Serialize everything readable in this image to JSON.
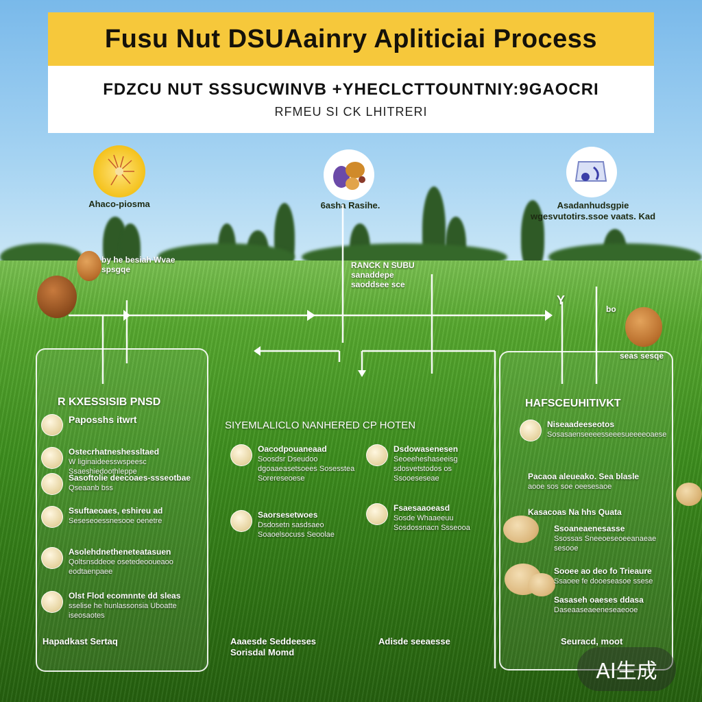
{
  "title": "Fusu Nut DSUAainry Apliticiai Process",
  "subtitle": {
    "line1": "FDZCU NUT SSSUCWINVB +YHECLCTTOUNTNIY:9GAOCRI",
    "line2": "RFMEU SI CK LHITRERI"
  },
  "top_nodes": [
    {
      "label": "Ahaco-piosma",
      "icon": "pollen-flower-icon"
    },
    {
      "label": "6asha Rasihe.",
      "icon": "crop-cluster-icon"
    },
    {
      "label": "Asadanhudsgpie wgesvutotirs.ssoe vaats. Kad",
      "icon": "processing-machine-icon"
    }
  ],
  "floating_labels": {
    "left": "by he besiah Wvae spsgqe",
    "center": "RANCK N SUBU sanaddepe saoddsee sce",
    "right_y": "Y",
    "right_top": "bo",
    "right_bottom": "seas sesqe"
  },
  "panels": {
    "left": {
      "header": "R KXESSISIB PNSD",
      "sub": "Paposshs itwrt",
      "items": [
        {
          "title": "Ostecrhatneshessltaed",
          "text": "W liginaideesswspeesc Ssaeshiedoothleppe"
        },
        {
          "title": "Sasoftolie deecoaes-ssseotbae",
          "text": "Qseaanb bss"
        },
        {
          "title": "Ssuftaeoaes, eshireu ad",
          "text": "Seseseoessnesooe oenetre"
        },
        {
          "title": "Asolehdnetheneteatasuen",
          "text": "Qoltsnsddeoe osetedeooueaoo eodtaenpaee"
        },
        {
          "title": "Olst Flod ecomnnte dd sleas",
          "text": "sselise he hunlassonsia Uboatte iseosaotes"
        }
      ],
      "footer": "Hapadkast Sertaq"
    },
    "center": {
      "header": "SIYEMLALICLO NANHERED CP HOTEN",
      "items": [
        {
          "title": "Oacodpouaneaad",
          "text": "Soosdsr Dseudoo dgoaaeasetsoees Sosesstea Sorereseoese"
        },
        {
          "title": "Dsdowasenesen",
          "text": "Seoeeheshaseeisg sdosvetstodos os Ssooeseseae"
        },
        {
          "title": "Saorsesetwoes",
          "text": "Dsdosetn sasdsaeo Soaoelsocuss Seoolae"
        },
        {
          "title": "Fsaesaaoeasd",
          "text": "Sosde Whaaeeuu Sosdossnacn Ssseooa"
        }
      ],
      "footer_left": "Aaaesde Seddeeses Sorisdal Momd",
      "footer_right": "Adisde seeaesse"
    },
    "right": {
      "header": "HAFSCEUHITIVKT",
      "items": [
        {
          "title": "Niseaadeeseotos",
          "text": "Sosasaenseeeesseeesueeeeoaese"
        },
        {
          "title": "Pacaoa aleueako. Sea blasle",
          "text": "aooe sos soe oeesesaoe"
        },
        {
          "title": "Kasacoas Na hhs Quata",
          "text": ""
        },
        {
          "title": "Ssoaneaenesasse",
          "text": "Ssossas Sneeoeseoeeanaeae sesooe"
        },
        {
          "title": "Sooee ao deo fo Trieaure",
          "text": "Ssaoee fe dooeseasoe ssese"
        },
        {
          "title": "Sasaseh oaeses ddasa",
          "text": "Daseaaseaeeneseaeooe"
        }
      ],
      "footer": "Seuracd, moot"
    }
  },
  "badge": "AI生成"
}
